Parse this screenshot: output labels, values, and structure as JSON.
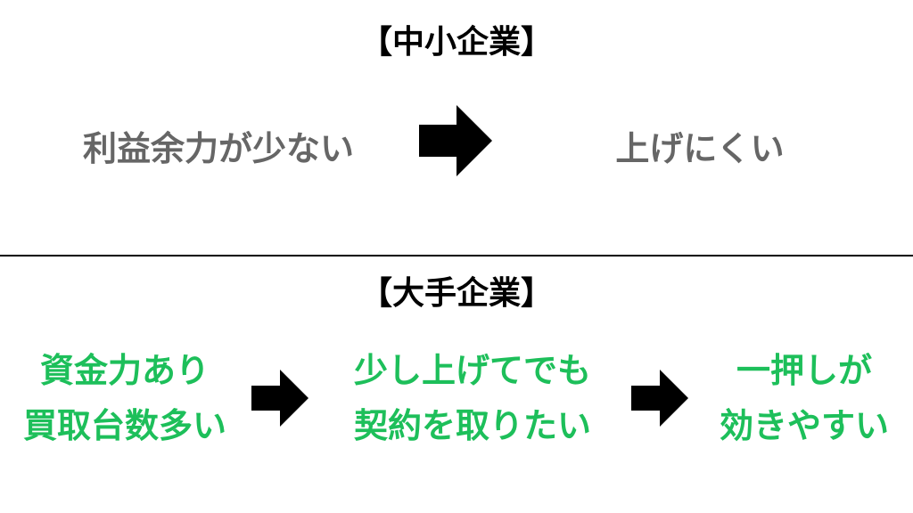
{
  "sme": {
    "title": "【中小企業】",
    "cause": "利益余力が少ない",
    "result": "上げにくい"
  },
  "large": {
    "title": "【大手企業】",
    "steps": [
      {
        "line1": "資金力あり",
        "line2": "買取台数多い"
      },
      {
        "line1": "少し上げてでも",
        "line2": "契約を取りたい"
      },
      {
        "line1": "一押しが",
        "line2": "効きやすい"
      }
    ]
  },
  "colors": {
    "green": "#1dbf5a",
    "gray": "#666666",
    "arrow": "#000000"
  }
}
